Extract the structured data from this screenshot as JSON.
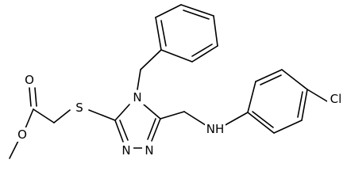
{
  "molecule": {
    "atoms": {
      "O_carbonyl": "O",
      "O_ester": "O",
      "S": "S",
      "N4": "N",
      "N1": "N",
      "N2": "N",
      "NH": "NH",
      "Cl": "Cl"
    }
  }
}
